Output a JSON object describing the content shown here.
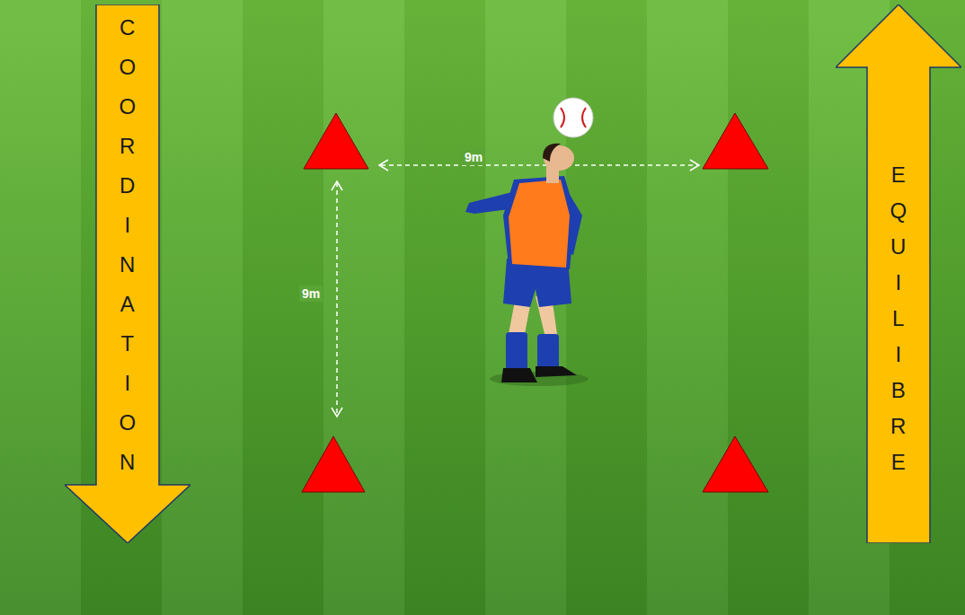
{
  "diagram": {
    "nodes": [
      {
        "text": [
          "COORDINATION"
        ]
      },
      {
        "text": [
          "EQUILIBRE"
        ]
      }
    ],
    "labels": [
      "9m",
      "9m"
    ]
  }
}
